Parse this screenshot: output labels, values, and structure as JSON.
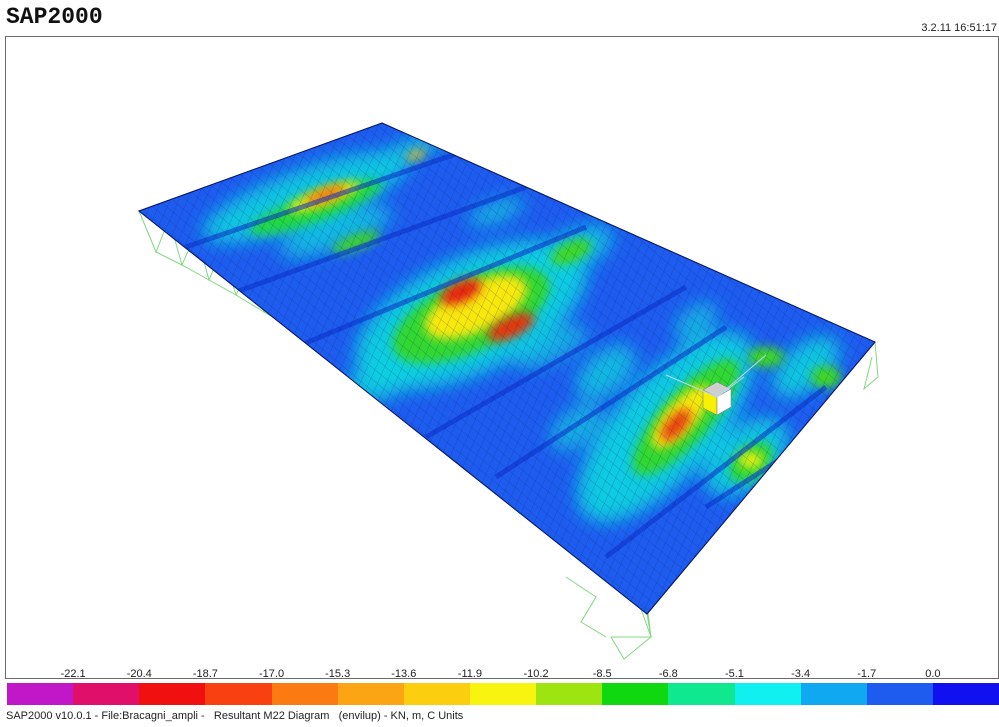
{
  "app": {
    "title": "SAP2000",
    "timestamp": "3.2.11 16:51:17"
  },
  "viewport": {
    "description_icon": "shell-contour-3d-view",
    "selected_joint_icon": "cube-icon"
  },
  "legend": {
    "values": [
      "-22.1",
      "-20.4",
      "-18.7",
      "-17.0",
      "-15.3",
      "-13.6",
      "-11.9",
      "-10.2",
      "-8.5",
      "-6.8",
      "-5.1",
      "-3.4",
      "-1.7",
      "0.0"
    ],
    "colors": [
      "#c018c8",
      "#e0106a",
      "#f01010",
      "#f84010",
      "#fb7a12",
      "#fba515",
      "#fbcf10",
      "#f8f410",
      "#9ee410",
      "#10d810",
      "#10e890",
      "#10f0f0",
      "#10a8f0",
      "#1e5cf0",
      "#1010f0"
    ]
  },
  "status": {
    "text": "SAP2000 v10.0.1 - File:Bracagni_ampli -   Resultant M22 Diagram   (envilup) - KN, m, C Units"
  }
}
